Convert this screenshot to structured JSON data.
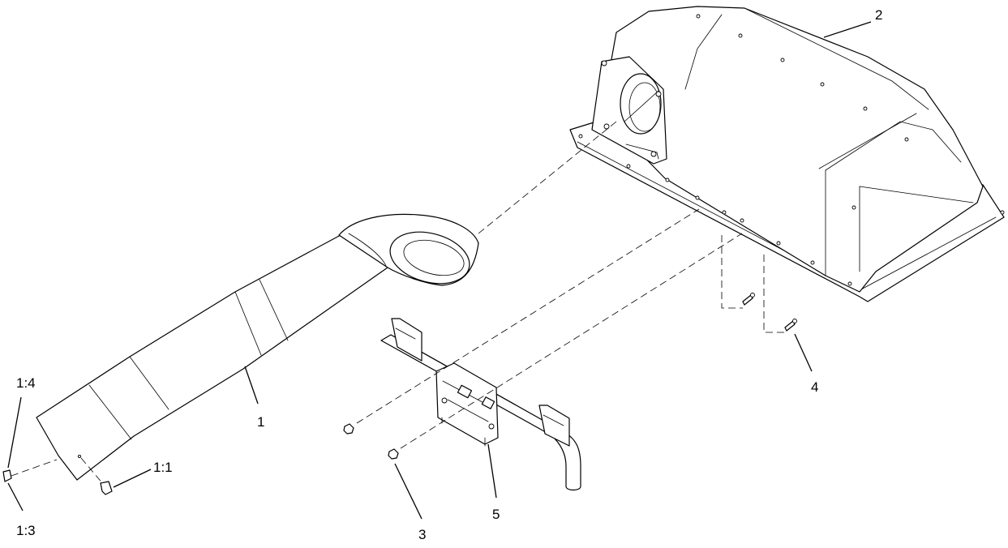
{
  "diagram": {
    "callouts": [
      {
        "id": "c1",
        "text": "1"
      },
      {
        "id": "c2",
        "text": "2"
      },
      {
        "id": "c3",
        "text": "3"
      },
      {
        "id": "c4",
        "text": "4"
      },
      {
        "id": "c5",
        "text": "5"
      },
      {
        "id": "c11",
        "text": "1:1"
      },
      {
        "id": "c13",
        "text": "1:3"
      },
      {
        "id": "c14",
        "text": "1:4"
      }
    ]
  }
}
